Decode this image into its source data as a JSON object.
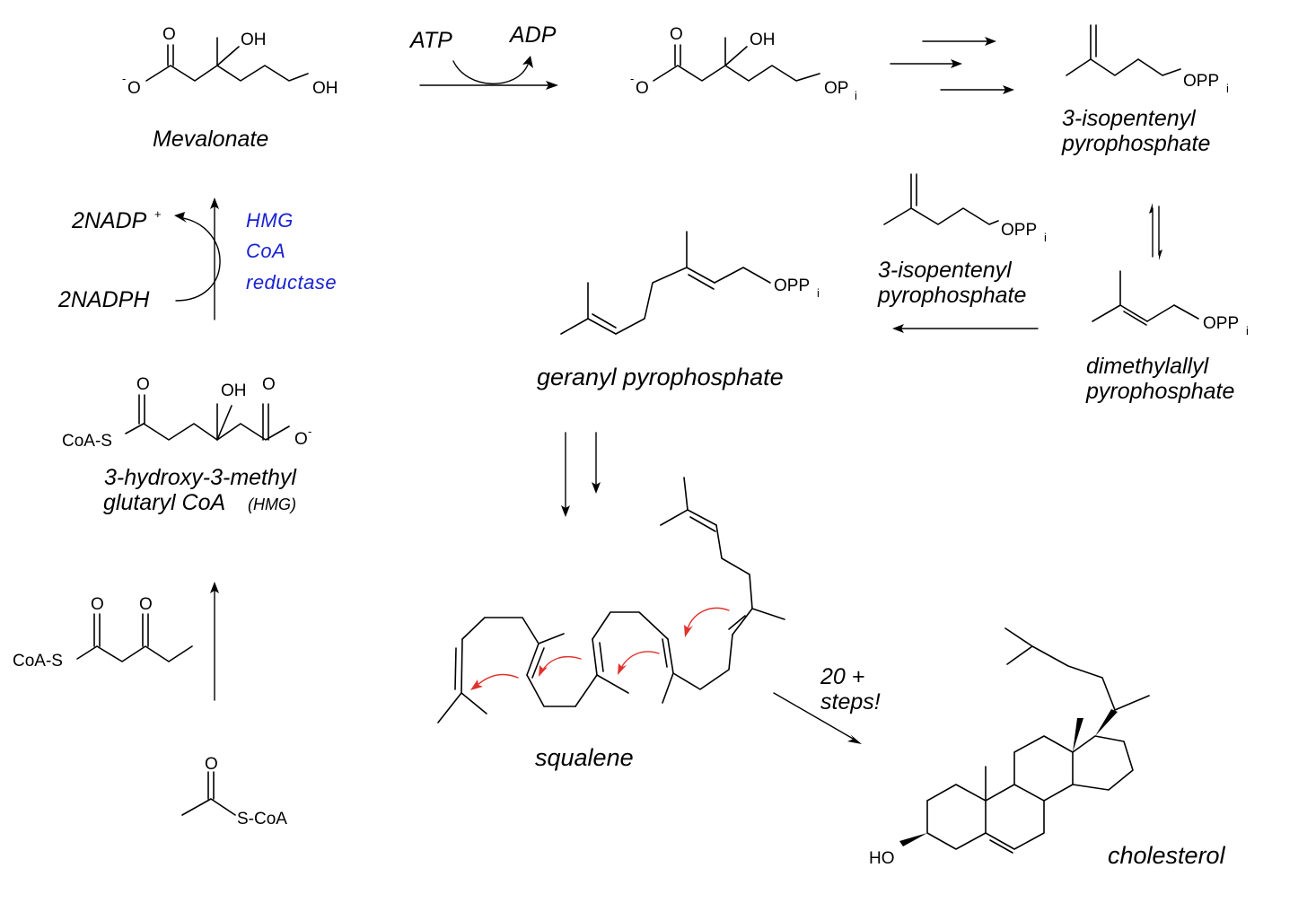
{
  "atoms": {
    "O": "O",
    "OH": "OH",
    "neg": "-",
    "opp": "OPP",
    "op": "OP",
    "sub_i": "i",
    "coa_s": "CoA-S",
    "s_coa": "S-CoA",
    "ho": "HO"
  },
  "labels": {
    "mevalonate": "Mevalonate",
    "atp": "ATP",
    "adp": "ADP",
    "ipp_top_line1": "3-isopentenyl",
    "ipp_top_line2": "pyrophosphate",
    "ipp_mid_line1": "3-isopentenyl",
    "ipp_mid_line2": "pyrophosphate",
    "dmapp_line1": "dimethylallyl",
    "dmapp_line2": "pyrophosphate",
    "geranyl": "geranyl pyrophosphate",
    "hmg_line1": "3-hydroxy-3-methyl",
    "hmg_line2": "glutaryl CoA",
    "hmg_abbrev": "(HMG)",
    "nadp": "2NADP",
    "nadp_plus": "+",
    "nadph": "2NADPH",
    "enzyme_line1": "HMG",
    "enzyme_line2": "CoA",
    "enzyme_line3": "reductase",
    "squalene": "squalene",
    "steps_line1": "20 +",
    "steps_line2": "steps!",
    "cholesterol": "cholesterol"
  },
  "colors": {
    "enzyme_text": "#1a22d4",
    "electron_arrows": "#e0322d",
    "bonds": "#000000"
  }
}
